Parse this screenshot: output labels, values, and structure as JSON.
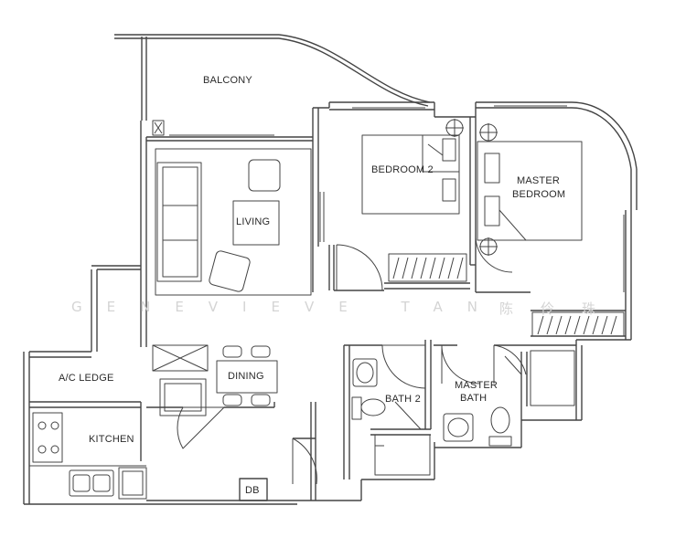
{
  "rooms": {
    "balcony": "BALCONY",
    "bedroom2": "BEDROOM 2",
    "master_bedroom_line1": "MASTER",
    "master_bedroom_line2": "BEDROOM",
    "living": "LIVING",
    "dining": "DINING",
    "ac_ledge": "A/C LEDGE",
    "kitchen": "KITCHEN",
    "bath2": "BATH 2",
    "master_bath_line1": "MASTER",
    "master_bath_line2": "BATH",
    "db": "DB"
  },
  "watermark": {
    "latin": "GENEVIEVE TAN",
    "cjk": "陈伶珠"
  },
  "colors": {
    "wall": "#444444",
    "fixture": "#555555",
    "watermark": "#d4d4d4"
  }
}
